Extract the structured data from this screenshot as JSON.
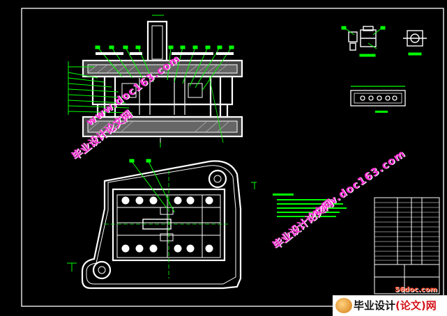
{
  "watermarks": {
    "url": "www.doc163.com",
    "site_cn": "毕业设计论文网",
    "site_56": "56doc.com",
    "footer_cn_a": "毕业设计",
    "footer_cn_b": "(论文)网"
  },
  "colors": {
    "background": "#000000",
    "linework": "#ffffff",
    "leader": "#00ff00",
    "dimension": "#00ff00",
    "watermark": "#ff2fd6"
  }
}
